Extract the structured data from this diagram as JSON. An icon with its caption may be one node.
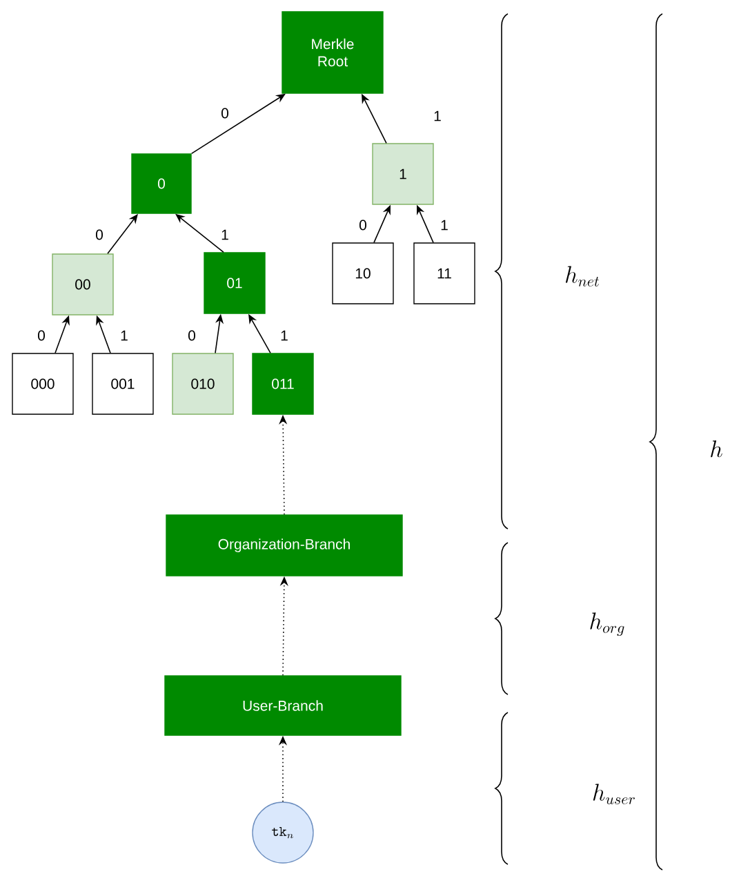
{
  "diagram": {
    "nodes": [
      {
        "text": [
          "Merkle Root"
        ]
      },
      {
        "text": [
          "0"
        ]
      },
      {
        "text": [
          "1"
        ]
      },
      {
        "text": [
          "00"
        ]
      },
      {
        "text": [
          "01"
        ]
      },
      {
        "text": [
          "10"
        ]
      },
      {
        "text": [
          "11"
        ]
      },
      {
        "text": [
          "000"
        ]
      },
      {
        "text": [
          "001"
        ]
      },
      {
        "text": [
          "010"
        ]
      },
      {
        "text": [
          "011"
        ]
      },
      {
        "text": [
          "Organization-Branch"
        ]
      },
      {
        "text": [
          "User-Branch"
        ]
      },
      {
        "text": [
          "\\mathtt{tk}_n"
        ]
      }
    ],
    "edges": [
      {
        "from": 1,
        "to": 0,
        "arrow": "to",
        "label": "0"
      },
      {
        "from": 2,
        "to": 0,
        "arrow": "to",
        "label": "1"
      },
      {
        "from": 3,
        "to": 1,
        "arrow": "to",
        "label": "0"
      },
      {
        "from": 4,
        "to": 1,
        "arrow": "to",
        "label": "1"
      },
      {
        "from": 5,
        "to": 2,
        "arrow": "to",
        "label": "0"
      },
      {
        "from": 6,
        "to": 2,
        "arrow": "to",
        "label": "1"
      },
      {
        "from": 7,
        "to": 3,
        "arrow": "to",
        "label": "0"
      },
      {
        "from": 8,
        "to": 3,
        "arrow": "to",
        "label": "1"
      },
      {
        "from": 9,
        "to": 4,
        "arrow": "to",
        "label": "0"
      },
      {
        "from": 10,
        "to": 4,
        "arrow": "to",
        "label": "1"
      },
      {
        "from": 11,
        "to": 10,
        "arrow": "to",
        "style": "dashed"
      },
      {
        "from": 12,
        "to": 11,
        "arrow": "to",
        "style": "dashed"
      },
      {
        "from": 13,
        "to": 12,
        "arrow": "to",
        "style": "dashed"
      }
    ],
    "labels": [
      "h_{net}",
      "h_{org}",
      "h_{user}",
      "h"
    ]
  }
}
